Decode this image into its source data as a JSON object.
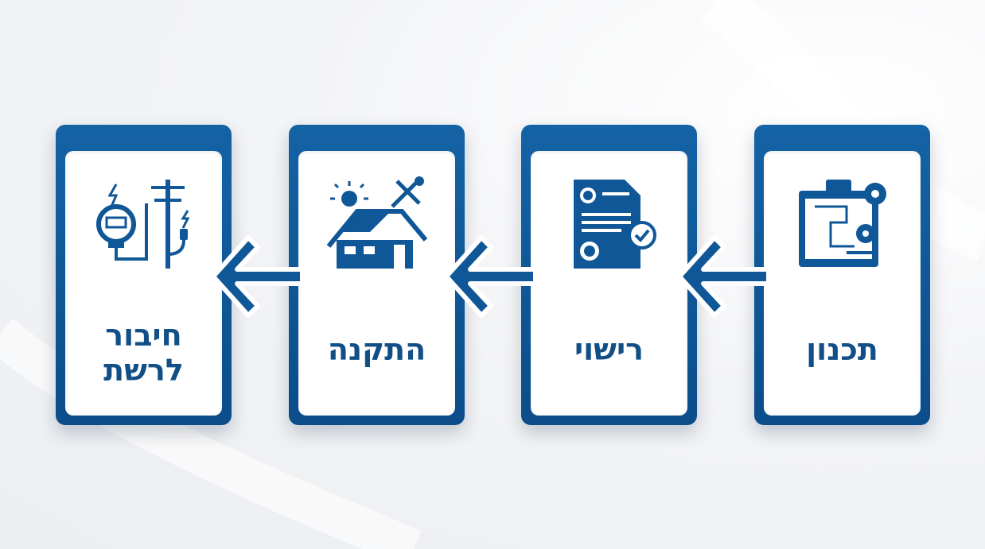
{
  "steps": [
    {
      "label": "תכנון",
      "icon": "blueprint-gears-icon"
    },
    {
      "label": "רישוי",
      "icon": "certified-document-icon"
    },
    {
      "label": "התקנה",
      "icon": "solar-house-tools-icon"
    },
    {
      "label_line1": "חיבור",
      "label_line2": "לרשת",
      "icon": "meter-power-pole-icon"
    }
  ],
  "arrows": {
    "direction": "right-to-left",
    "icon": "left-arrow-icon"
  },
  "colors": {
    "primary": "#0f5797",
    "primary_dark": "#0b4d8a",
    "card_bg": "#ffffff",
    "page_bg": "#f0f1f3"
  }
}
